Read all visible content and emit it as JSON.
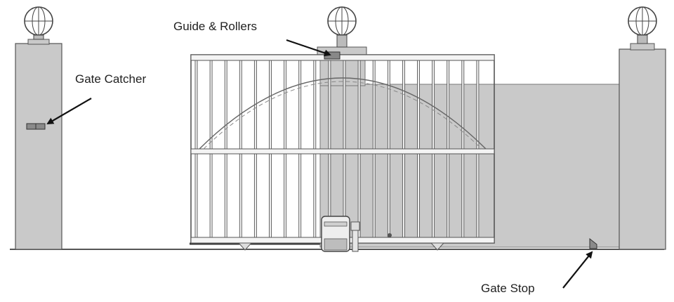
{
  "labels": {
    "guide_rollers": "Guide & Rollers",
    "gate_catcher": "Gate Catcher",
    "gate_stop": "Gate Stop"
  },
  "colors": {
    "wall": "#c9c9c9",
    "wall_shadow": "#bdbdbd",
    "outline": "#555555",
    "gate_bar": "#f2f2f2",
    "gate_gap": "#ffffff",
    "lamp": "#ffffff",
    "rail": "#333333",
    "arrow": "#111111"
  },
  "icons": {
    "lamp": "globe-lamp-icon",
    "motor": "gate-motor-icon",
    "arrow": "pointer-arrow-icon"
  }
}
